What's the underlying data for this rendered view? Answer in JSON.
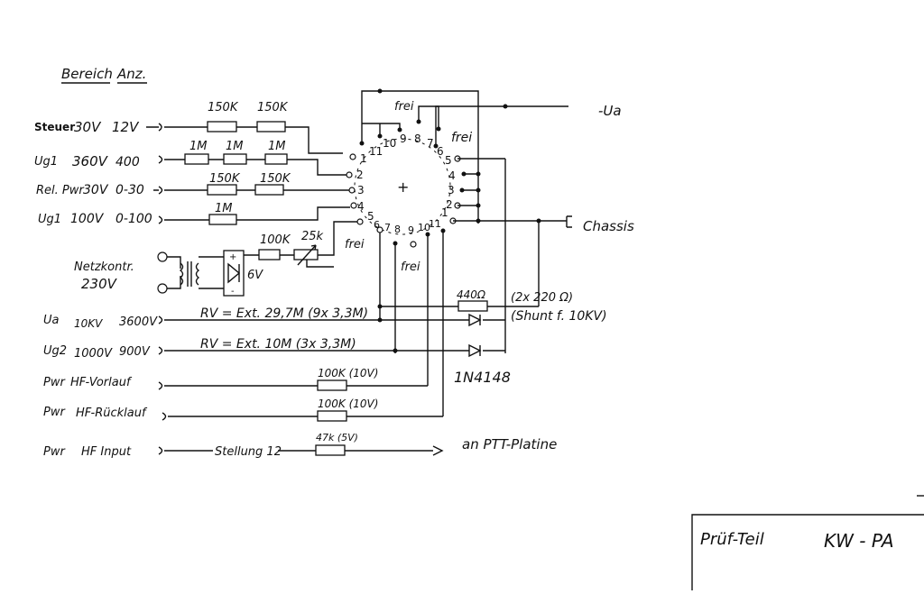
{
  "header": {
    "bereich": "Bereich",
    "anz": "Anz."
  },
  "rows": {
    "steuer": {
      "name": "Steuer",
      "range": "30V",
      "value": "12V"
    },
    "ug1_360": {
      "name": "Ug1",
      "range": "360V",
      "value": "400"
    },
    "rel_pwr": {
      "name": "Rel. Pwr",
      "range": "30V",
      "value": "0-30"
    },
    "ug1_100": {
      "name": "Ug1",
      "range": "100V",
      "value": "0-100"
    },
    "netz": {
      "line1": "Netzkontr.",
      "line2": "230V",
      "volt": "6V"
    },
    "ua": {
      "name": "Ua",
      "range": "10KV",
      "value": "3600V"
    },
    "ug2": {
      "name": "Ug2",
      "range": "1000V",
      "value": "900V"
    },
    "pwr_vorlauf": {
      "name": "Pwr",
      "label": "HF-Vorlauf"
    },
    "pwr_ruecklauf": {
      "name": "Pwr",
      "label": "HF-Rücklauf"
    },
    "pwr_input": {
      "name": "Pwr",
      "label": "HF Input"
    }
  },
  "resistors": {
    "r150k_a": "150K",
    "r150k_b": "150K",
    "r1m_a": "1M",
    "r1m_b": "1M",
    "r1m_c": "1M",
    "r150k_c": "150K",
    "r150k_d": "150K",
    "r1m_d": "1M",
    "r100k_pot": "100K",
    "pot25k": "25k",
    "r440": "440Ω",
    "r440_note": "(2x 220 Ω)",
    "shunt_note": "(Shunt f. 10KV)",
    "r100k_a": "100K (10V)",
    "r100k_b": "100K (10V)",
    "r47k": "47k (5V)"
  },
  "rv": {
    "ua": "RV = Ext. 29,7M (9x 3,3M)",
    "ug2": "RV = Ext. 10M (3x 3,3M)"
  },
  "diode_label": "1N4148",
  "stellung": "Stellung 12",
  "ptt": "an PTT-Platine",
  "switch": {
    "frei_top": "frei",
    "frei_right": "frei",
    "frei_left": "frei",
    "frei_bottom": "frei",
    "top_numbers": [
      "11",
      "10",
      "9",
      "8",
      "7",
      "6"
    ],
    "right_numbers": [
      "5",
      "4",
      "3",
      "2",
      "1"
    ],
    "left_numbers": [
      "1",
      "2",
      "3",
      "4",
      "5"
    ],
    "bottom_numbers": [
      "6",
      "7",
      "8",
      "9",
      "10",
      "11"
    ],
    "center": "+"
  },
  "terminals": {
    "ua": "-Ua",
    "chassis": "Chassis"
  },
  "title_block": {
    "part": "Prüf-Teil",
    "name": "KW - PA"
  }
}
